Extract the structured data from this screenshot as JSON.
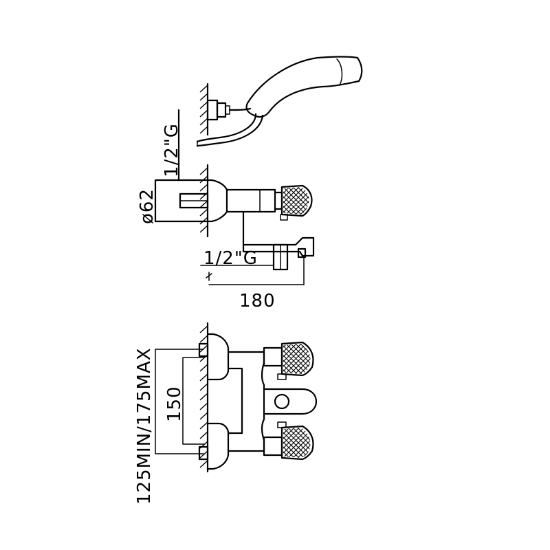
{
  "labels": {
    "top_inlet_thread": "1/2\"G",
    "body_diameter": "ø62",
    "spout_outlet_thread": "1/2\"G",
    "projection_length": "180",
    "inlet_centres": "150",
    "wall_range": "125MIN/175MAX"
  }
}
